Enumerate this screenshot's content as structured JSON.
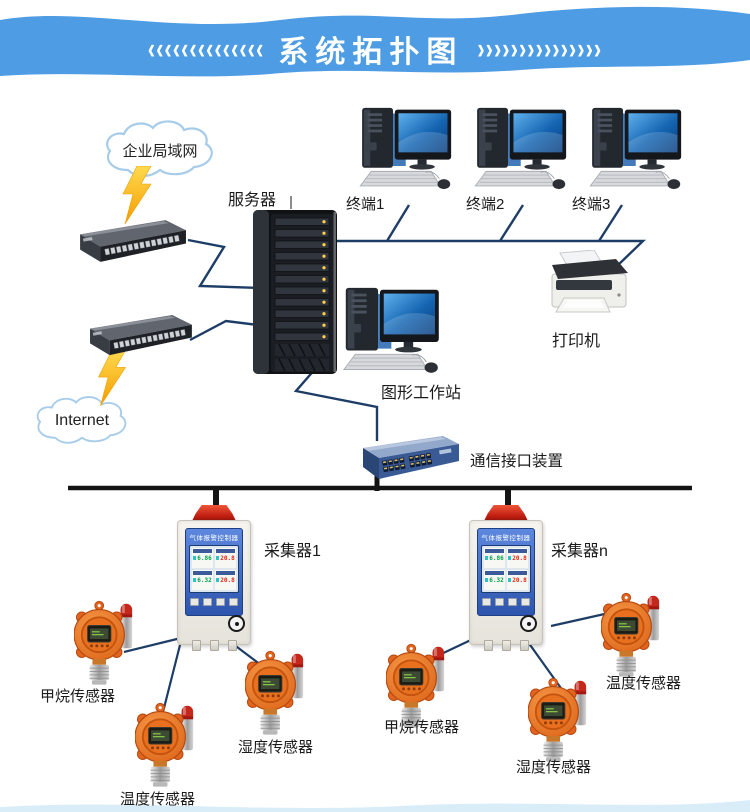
{
  "header": {
    "title": "系统拓扑图",
    "left_chevrons": "‹‹‹‹‹‹‹‹‹‹‹‹‹‹",
    "right_chevrons": "›››››››››››››››"
  },
  "colors": {
    "banner": "#4d9ce4",
    "line_navy": "#1e3d66",
    "line_black": "#141414",
    "bottom_wave": "#d9edf9"
  },
  "nodes": {
    "lan_cloud": {
      "label": "企业局域网"
    },
    "internet_cloud": {
      "label": "Internet"
    },
    "server": {
      "label": "服务器"
    },
    "terminal1": {
      "label": "终端1"
    },
    "terminal2": {
      "label": "终端2"
    },
    "terminal3": {
      "label": "终端3"
    },
    "printer": {
      "label": "打印机"
    },
    "workstation": {
      "label": "图形工作站"
    },
    "comm_device": {
      "label": "通信接口装置"
    },
    "collector1": {
      "label": "采集器1"
    },
    "collector_n": {
      "label": "采集器n"
    },
    "sensor_c1_methane": {
      "label": "甲烷传感器"
    },
    "sensor_c1_temperature": {
      "label": "温度传感器"
    },
    "sensor_c1_humidity": {
      "label": "湿度传感器"
    },
    "sensor_cn_methane": {
      "label": "甲烷传感器"
    },
    "sensor_cn_humidity": {
      "label": "湿度传感器"
    },
    "sensor_cn_temperature": {
      "label": "温度传感器"
    }
  },
  "controller_panel": {
    "title": "气体报警控制器",
    "readings": [
      {
        "value": "6.86",
        "color": "#00a14b"
      },
      {
        "value": "20.8",
        "color": "#e42313"
      },
      {
        "value": "6.32",
        "color": "#00a14b"
      },
      {
        "value": "20.8",
        "color": "#e42313"
      }
    ]
  }
}
